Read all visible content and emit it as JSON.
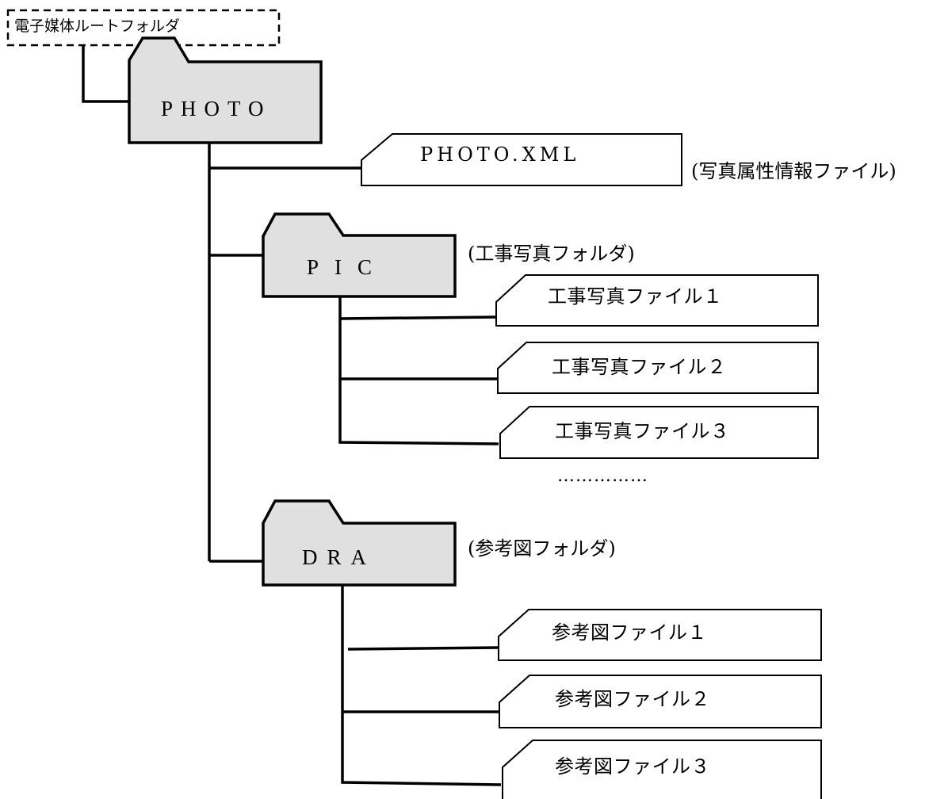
{
  "root": {
    "label": "電子媒体ルートフォルダ"
  },
  "photo_folder": {
    "label": "PHOTO"
  },
  "photo_xml": {
    "label": "PHOTO.XML",
    "note": "(写真属性情報ファイル)"
  },
  "pic_folder": {
    "label": "PIC",
    "note": "(工事写真フォルダ)",
    "files": [
      "工事写真ファイル１",
      "工事写真ファイル２",
      "工事写真ファイル３"
    ],
    "ellipsis": "……………"
  },
  "dra_folder": {
    "label": "DRA",
    "note": "(参考図フォルダ)",
    "files": [
      "参考図ファイル１",
      "参考図ファイル２",
      "参考図ファイル３"
    ]
  },
  "colors": {
    "folder_fill": "#e0e0e0",
    "stroke": "#000000",
    "background": "#ffffff"
  }
}
